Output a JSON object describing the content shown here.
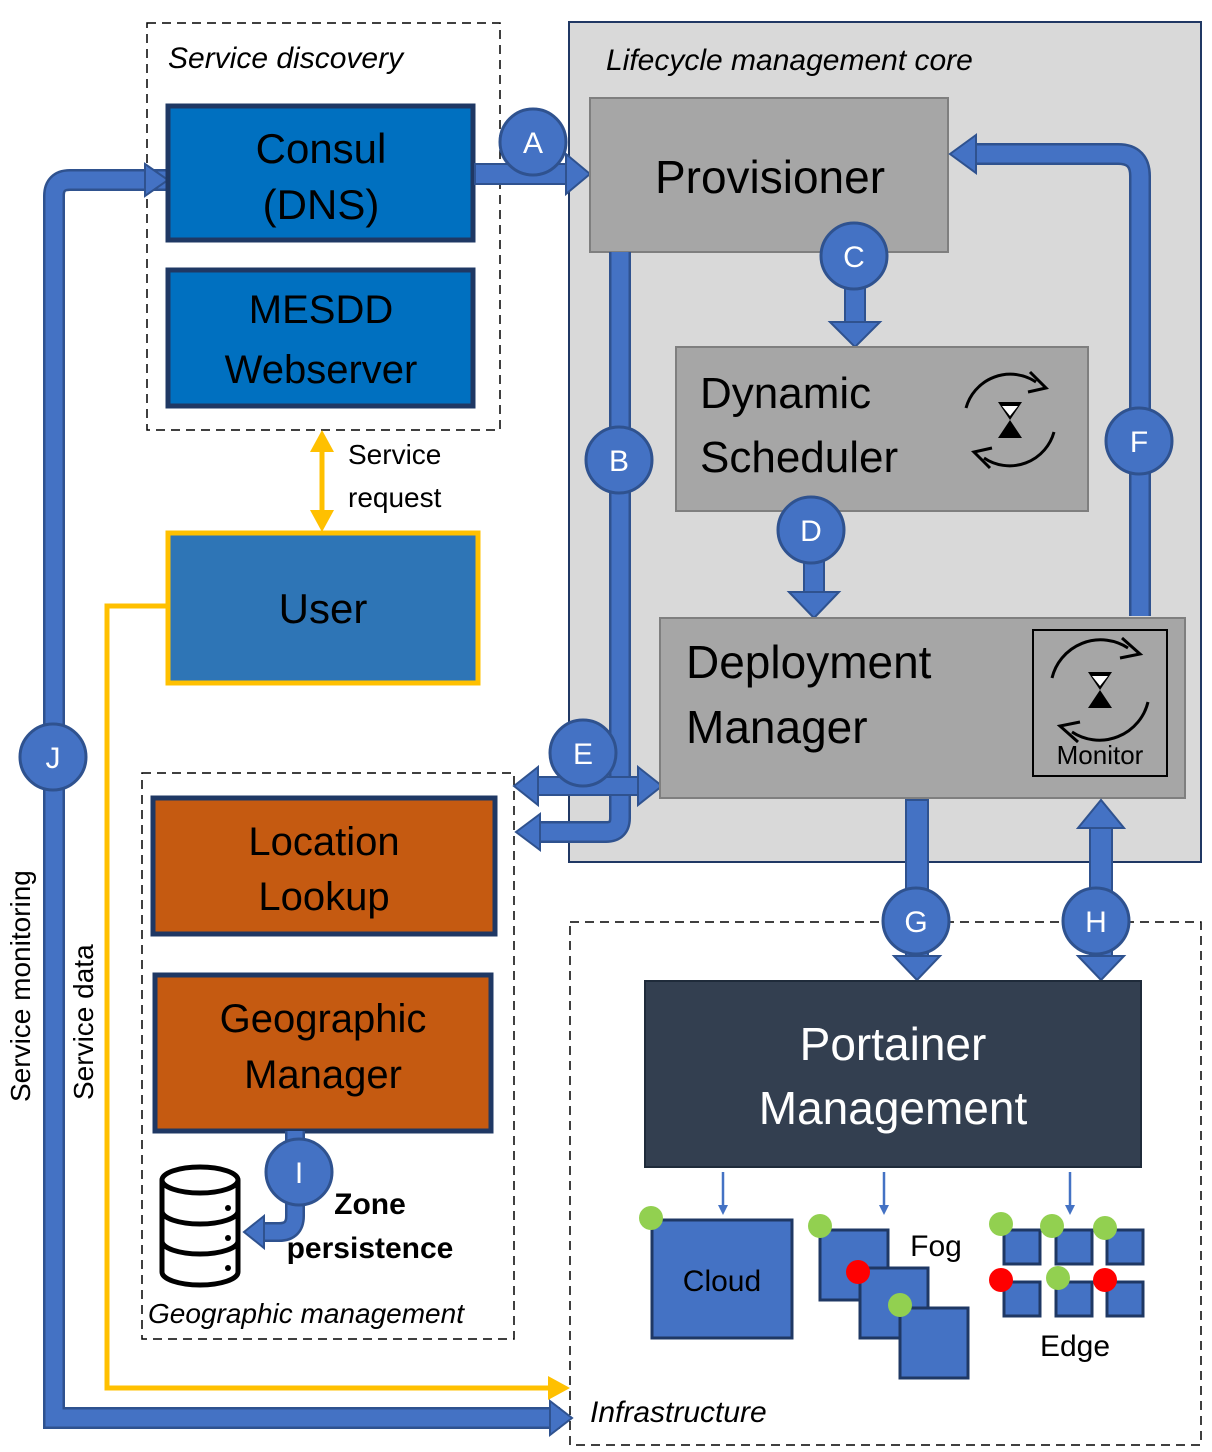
{
  "regions": {
    "service_discovery": "Service discovery",
    "lifecycle_core": "Lifecycle management core",
    "geographic_management": "Geographic management",
    "infrastructure": "Infrastructure"
  },
  "boxes": {
    "consul_line1": "Consul",
    "consul_line2": "(DNS)",
    "mesdd_line1": "MESDD",
    "mesdd_line2": "Webserver",
    "user": "User",
    "provisioner": "Provisioner",
    "scheduler_line1": "Dynamic",
    "scheduler_line2": "Scheduler",
    "deployment_line1": "Deployment",
    "deployment_line2": "Manager",
    "monitor": "Monitor",
    "location_line1": "Location",
    "location_line2": "Lookup",
    "geo_line1": "Geographic",
    "geo_line2": "Manager",
    "zone_line1": "Zone",
    "zone_line2": "persistence",
    "portainer_line1": "Portainer",
    "portainer_line2": "Management",
    "cloud": "Cloud",
    "fog": "Fog",
    "edge": "Edge"
  },
  "labels": {
    "service_request_line1": "Service",
    "service_request_line2": "request",
    "service_monitoring": "Service monitoring",
    "service_data": "Service data"
  },
  "badges": {
    "A": "A",
    "B": "B",
    "C": "C",
    "D": "D",
    "E": "E",
    "F": "F",
    "G": "G",
    "H": "H",
    "I": "I",
    "J": "J"
  },
  "colors": {
    "arrow_blue": "#4472c4",
    "arrow_stroke": "#2f528f",
    "consul_blue": "#0070c0",
    "user_blue": "#2e75b6",
    "user_border": "#ffc000",
    "orange": "#c55a11",
    "grey_box": "#a6a6a6",
    "core_bg": "#d9d9d9",
    "core_border": "#203864",
    "portainer": "#333f50",
    "green_dot": "#92d050",
    "red_dot": "#ff0000"
  }
}
